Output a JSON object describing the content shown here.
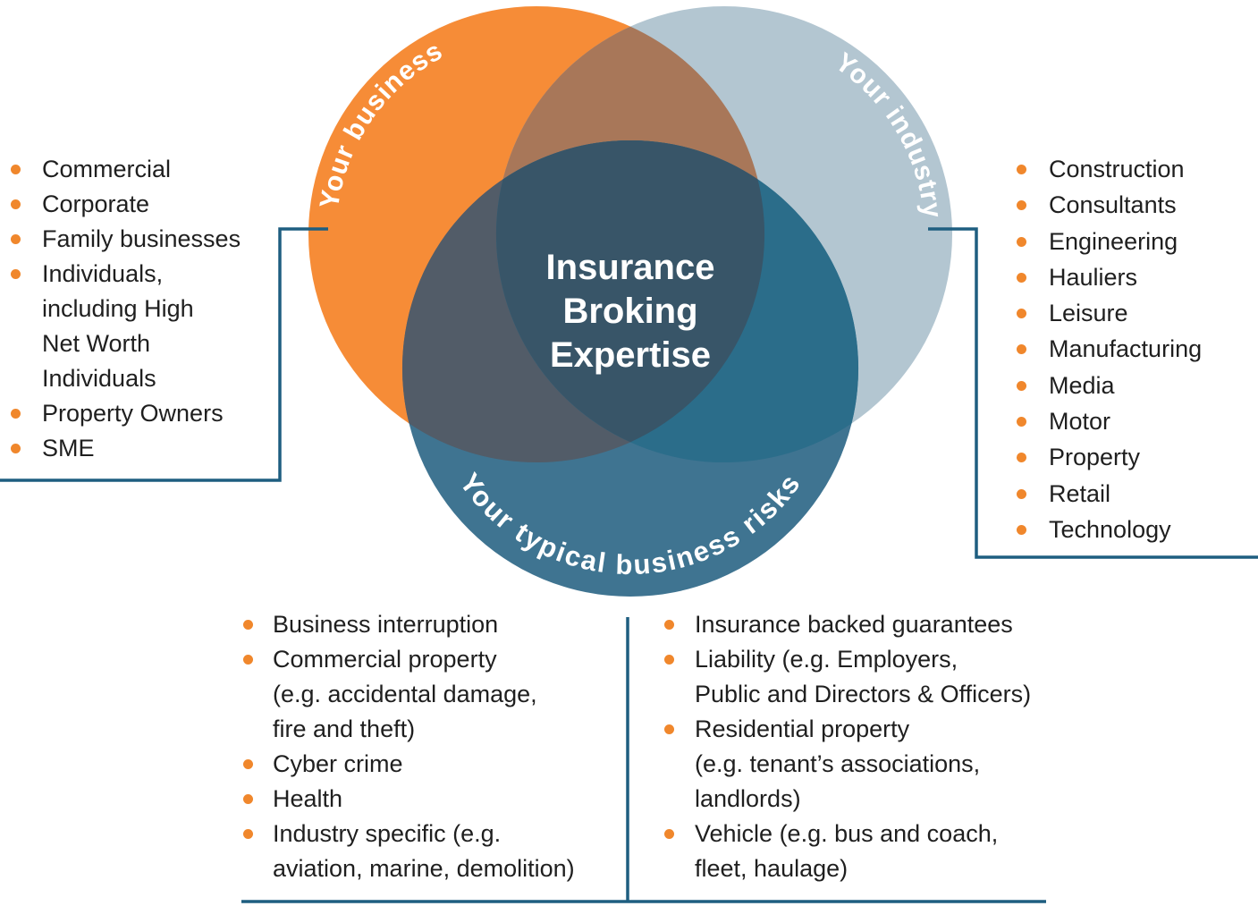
{
  "colors": {
    "orange": "#F68C37",
    "lightblue": "#B3C6D1",
    "teal": "#3F7491",
    "overlap-ob": "#A87759",
    "overlap-ot": "#525C68",
    "overlap-bt": "#2B6D8A",
    "overlap-center": "#385568",
    "line": "#1E5E80",
    "bullet": "#F0872C",
    "text": "#1F1F1F"
  },
  "venn": {
    "center_label": {
      "line1": "Insurance",
      "line2": "Broking",
      "line3": "Expertise"
    },
    "circle_labels": {
      "business": "Your business",
      "industry": "Your industry",
      "risks": "Your typical business risks"
    }
  },
  "lists": {
    "business": {
      "items": [
        "Commercial",
        "Corporate",
        "Family businesses",
        "Individuals,\nincluding High\nNet Worth\nIndividuals",
        "Property Owners",
        "SME"
      ]
    },
    "industry": {
      "items": [
        "Construction",
        "Consultants",
        "Engineering",
        "Hauliers",
        "Leisure",
        "Manufacturing",
        "Media",
        "Motor",
        "Property",
        "Retail",
        "Technology"
      ]
    },
    "risks_left": {
      "items": [
        "Business interruption",
        "Commercial property\n(e.g. accidental damage,\nfire and theft)",
        "Cyber crime",
        "Health",
        "Industry specific (e.g.\naviation, marine, demolition)"
      ]
    },
    "risks_right": {
      "items": [
        "Insurance backed guarantees",
        "Liability (e.g. Employers,\nPublic and Directors & Officers)",
        "Residential property\n(e.g. tenant’s associations,\nlandlords)",
        "Vehicle (e.g. bus and coach,\nfleet, haulage)"
      ]
    }
  }
}
